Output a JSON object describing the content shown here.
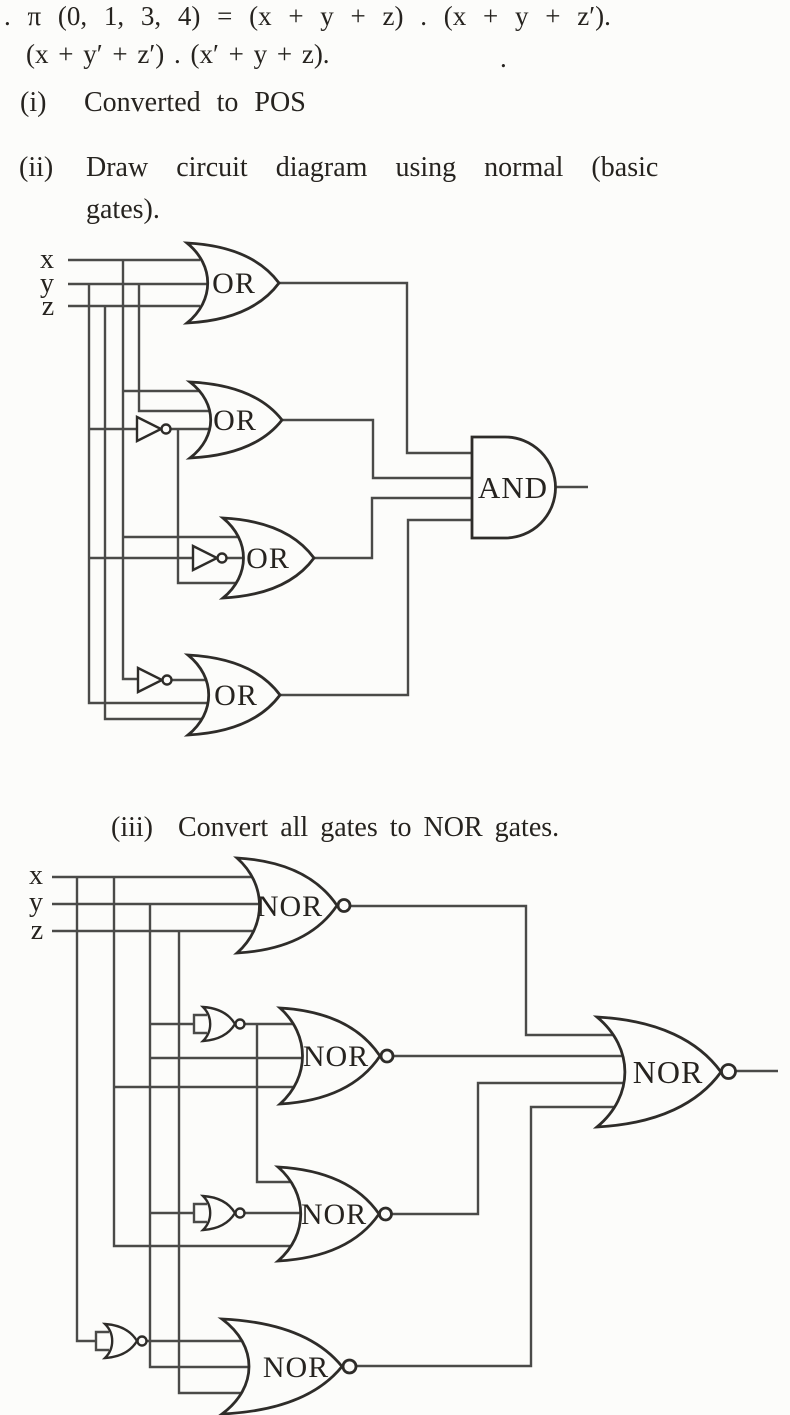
{
  "problem": {
    "line1": ". π (0, 1, 3, 4) = (x + y + z) . (x + y + z′).",
    "line2": "(x + y′ + z′) . (x′ + y + z).",
    "stray_mark": ".",
    "item_i": {
      "num": "(i)",
      "text": "Converted to POS"
    },
    "item_ii": {
      "num": "(ii)",
      "text": "Draw circuit diagram using normal (basic",
      "text_cont": "gates)."
    },
    "item_iii": {
      "num": "(iii)",
      "text": "Convert all gates to NOR gates."
    }
  },
  "basic_circuit": {
    "inputs": {
      "x": "x",
      "y": "y",
      "z": "z"
    },
    "gates": [
      {
        "id": "or1",
        "type": "OR",
        "label": "OR"
      },
      {
        "id": "or2",
        "type": "OR",
        "label": "OR"
      },
      {
        "id": "or3",
        "type": "OR",
        "label": "OR"
      },
      {
        "id": "or4",
        "type": "OR",
        "label": "OR"
      },
      {
        "id": "and1",
        "type": "AND",
        "label": "AND"
      }
    ]
  },
  "nor_circuit": {
    "inputs": {
      "x": "x",
      "y": "y",
      "z": "z"
    },
    "gates": [
      {
        "id": "nor1",
        "type": "NOR",
        "label": "NOR"
      },
      {
        "id": "nor2",
        "type": "NOR",
        "label": "NOR"
      },
      {
        "id": "nor3",
        "type": "NOR",
        "label": "NOR"
      },
      {
        "id": "nor4",
        "type": "NOR",
        "label": "NOR"
      },
      {
        "id": "nor_out",
        "type": "NOR",
        "label": "NOR"
      }
    ]
  }
}
